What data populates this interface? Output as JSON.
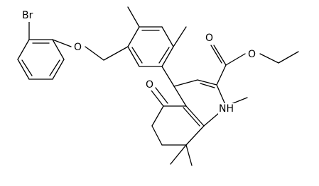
{
  "molecule": {
    "atom_labels": {
      "br": "Br",
      "o_ether": "O",
      "o_carbonyl_ester": "O",
      "o_ester": "O",
      "o_ketone": "O",
      "nh": "NH"
    }
  }
}
